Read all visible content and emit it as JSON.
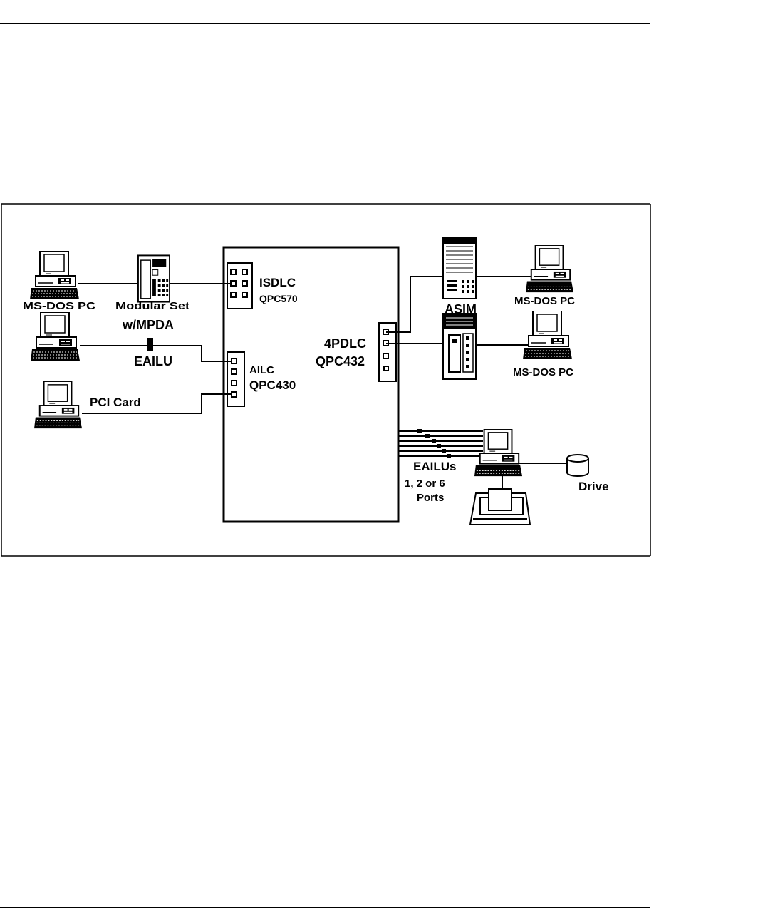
{
  "page": {
    "ink": "#000000",
    "paper": "#ffffff"
  },
  "diagram": {
    "labels": {
      "ms_dos_pc_left_partial": "MS-DOS PC",
      "modular_set_partial": "Modular Set",
      "mpda": "w/MPDA",
      "eailu": "EAILU",
      "pci_card": "PCI Card",
      "isdlc": "ISDLC",
      "qpc570": "QPC570",
      "ailc": "AILC",
      "qpc430": "QPC430",
      "4pdlc": "4PDLC",
      "qpc432": "QPC432",
      "asim": "ASIM",
      "ms_dos_pc_top": "MS-DOS PC",
      "ms_dos_pc_mid": "MS-DOS PC",
      "eailus": "EAILUs",
      "ports_line1": "1, 2 or 6",
      "ports_line2": "Ports",
      "drive": "Drive"
    }
  }
}
